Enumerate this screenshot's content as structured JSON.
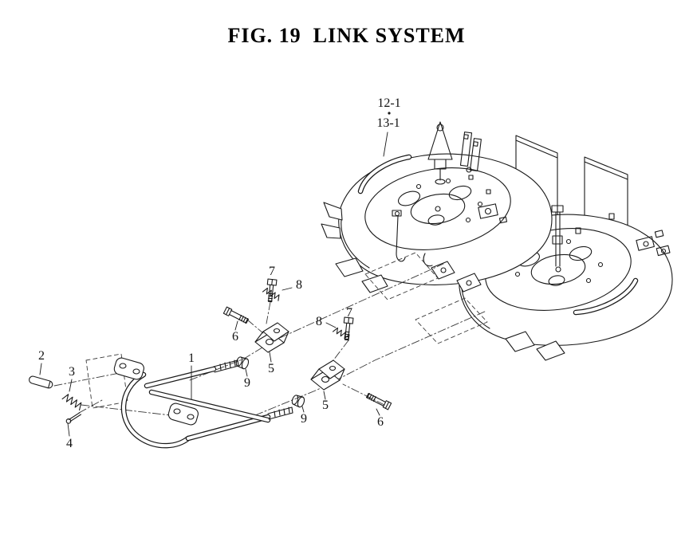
{
  "figure": {
    "title": "FIG. 19  LINK SYSTEM"
  },
  "labels": {
    "part_1": "1",
    "part_2": "2",
    "part_3": "3",
    "part_4": "4",
    "part_5": "5",
    "part_6": "6",
    "part_7": "7",
    "part_8": "8",
    "part_9": "9",
    "part_12_1": "12-1",
    "part_13_1": "13-1"
  },
  "colors": {
    "line": "#1a1a1a",
    "background": "#ffffff",
    "label_text": "#111111"
  }
}
